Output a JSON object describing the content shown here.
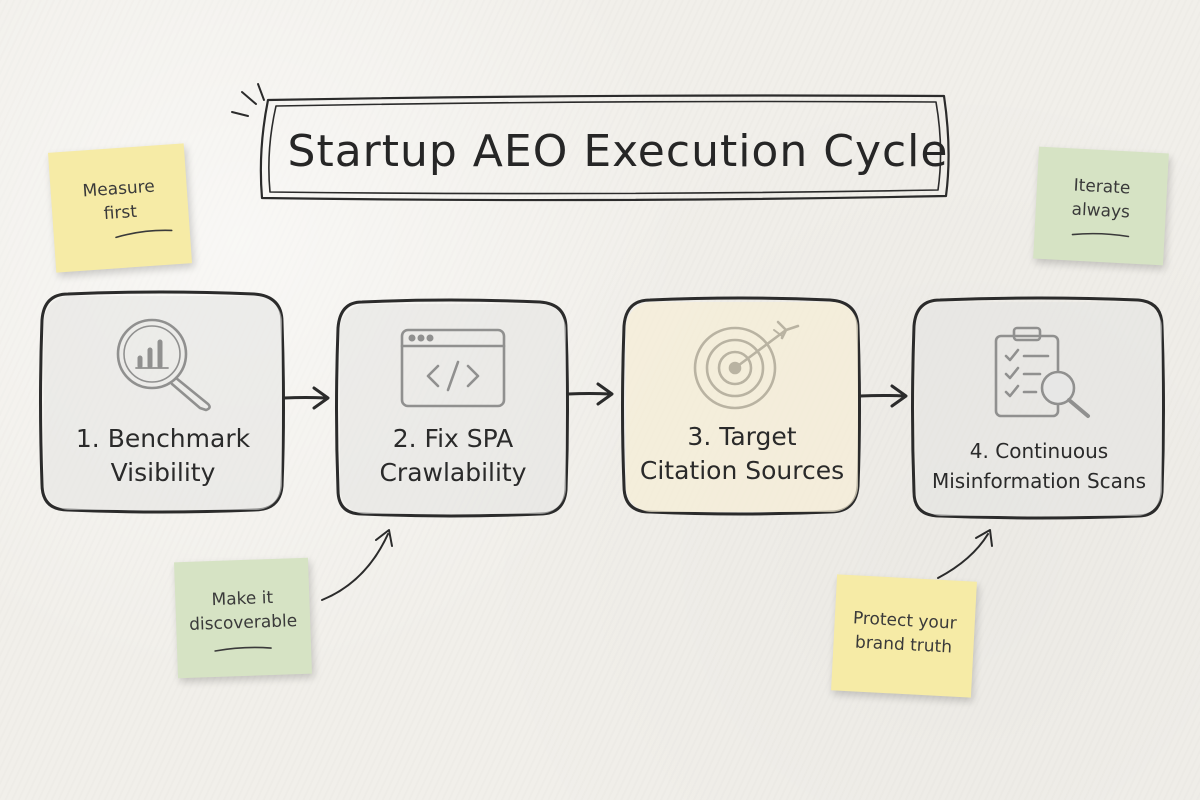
{
  "title": "Startup AEO Execution Cycle",
  "steps": [
    {
      "label": "1. Benchmark\nVisibility",
      "icon": "magnifier-bar-chart-icon"
    },
    {
      "label": "2. Fix SPA\nCrawlability",
      "icon": "browser-code-icon"
    },
    {
      "label": "3. Target\nCitation Sources",
      "icon": "target-arrow-icon"
    },
    {
      "label": "4. Continuous\nMisinformation Scans",
      "icon": "clipboard-check-magnifier-icon"
    }
  ],
  "notes": {
    "measure": "Measure\nfirst",
    "iterate": "Iterate\nalways",
    "discover": "Make it\ndiscoverable",
    "protect": "Protect your\nbrand truth"
  },
  "colors": {
    "note_yellow": "#f6eba6",
    "note_green": "#d6e3c4",
    "ink": "#2b2b2b",
    "card_fill": "#ebebea",
    "card_fill_warm": "#f4efdd"
  }
}
